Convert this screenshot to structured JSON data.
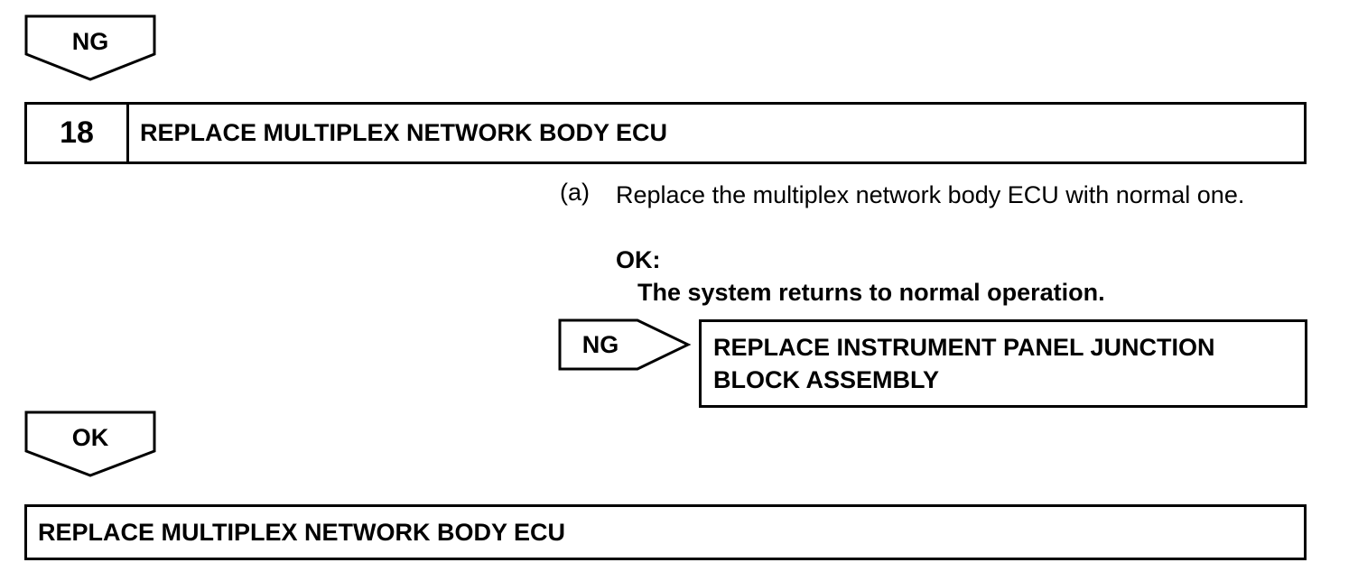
{
  "top_arrow": {
    "label": "NG"
  },
  "step": {
    "number": "18",
    "title": "REPLACE MULTIPLEX NETWORK BODY ECU"
  },
  "instruction": {
    "marker": "(a)",
    "text": "Replace the multiplex network body ECU with normal one.",
    "ok_label": "OK:",
    "ok_result": "The system returns to normal operation."
  },
  "ng_branch": {
    "label": "NG",
    "action": "REPLACE INSTRUMENT PANEL JUNCTION BLOCK ASSEMBLY"
  },
  "ok_arrow": {
    "label": "OK"
  },
  "final_action": "REPLACE MULTIPLEX NETWORK BODY ECU"
}
